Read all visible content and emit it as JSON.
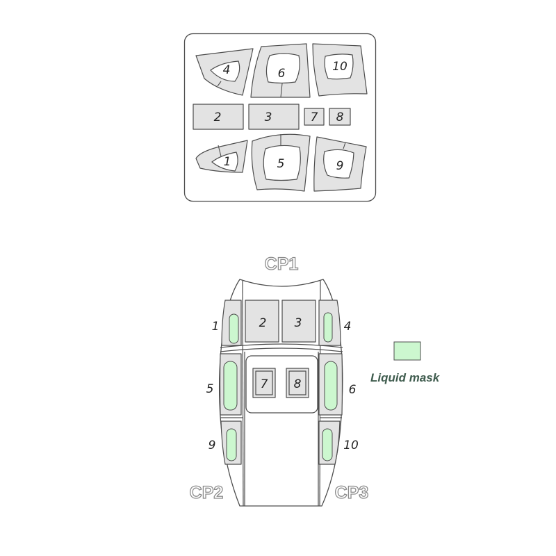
{
  "colors": {
    "background": "#ffffff",
    "outline": "#4d4d4d",
    "mask_fill": "#e3e3e3",
    "liquid_mask": "#ccf7cf",
    "cp_label_stroke": "#8c8c8c",
    "legend_text": "#3f5c4e",
    "number_text": "#222222"
  },
  "mask_labels": [
    "1",
    "2",
    "3",
    "4",
    "5",
    "6",
    "7",
    "8",
    "9",
    "10"
  ],
  "canopy": {
    "cp1": "CP1",
    "cp2": "CP2",
    "cp3": "CP3"
  },
  "legend": {
    "label": "Liquid mask"
  }
}
